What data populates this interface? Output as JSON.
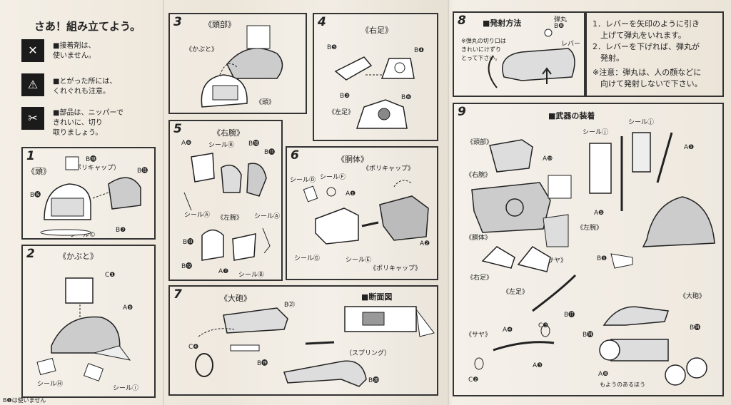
{
  "intro": {
    "title": "さあ！組み立てよう。",
    "notes": [
      {
        "line1": "■接着剤は、",
        "line2": "使いません。",
        "icon": "no-glue-icon"
      },
      {
        "line1": "■とがった所には、",
        "line2": "くれぐれも注意。",
        "icon": "sharp-edge-icon"
      },
      {
        "line1": "■部品は、ニッパーで",
        "line2": "きれいに、切り",
        "line3": "取りましょう。",
        "icon": "nipper-icon"
      }
    ],
    "footer": "B❶は使いません"
  },
  "steps": {
    "s1": {
      "num": "1",
      "title": "《頭》",
      "labels": [
        "B⓲",
        "（ポリキャップ）",
        "B⓯",
        "B⓰",
        "B❼",
        "シール©"
      ]
    },
    "s2": {
      "num": "2",
      "title": "《かぶと》",
      "labels": [
        "C❶",
        "A❾",
        "シールⒽ",
        "シールⓘ"
      ]
    },
    "s3": {
      "num": "3",
      "title": "《頭部》",
      "labels": [
        "《かぶと》",
        "《頭》"
      ]
    },
    "s4": {
      "num": "4",
      "title": "《右足》",
      "labels": [
        "B❺",
        "B❹",
        "B❸",
        "B❻",
        "《左足》"
      ]
    },
    "s5": {
      "num": "5",
      "title": "《右腕》",
      "labels": [
        "A❻",
        "シールⒷ",
        "B⓲",
        "B⓫",
        "シールⒶ",
        "《左腕》",
        "シールⒶ",
        "B⓭",
        "B⓬",
        "A❼",
        "シールⒷ"
      ]
    },
    "s6": {
      "num": "6",
      "title": "《胴体》",
      "labels": [
        "《ポリキャップ》",
        "シールⒹ",
        "シールⒻ",
        "A❶",
        "シールⒼ",
        "シールⒺ",
        "A❷",
        "《ポリキャップ》"
      ]
    },
    "s7": {
      "num": "7",
      "title": "《大砲》",
      "section": "■断面図",
      "labels": [
        "B㉑",
        "B⓴",
        "C❹",
        "B⓳",
        "（スプリング）",
        "B⓴"
      ]
    },
    "s8": {
      "num": "8",
      "title": "■発射方法",
      "note": [
        "※弾丸の切り口は",
        "きれいにけずり",
        "とって下さい。"
      ],
      "labels": [
        "弾丸",
        "B❽",
        "レバー"
      ],
      "instructions": [
        "1．レバーを矢印のように引き",
        "　上げて弾丸をいれます。",
        "2．レバーを下げれば、弾丸が",
        "　発射。",
        "※注意：弾丸は、人の顔などに",
        "　向けて発射しないで下さい。"
      ]
    },
    "s9": {
      "num": "9",
      "title": "■武器の装着",
      "labels": [
        "《頭部》",
        "A❿",
        "シールⓙ",
        "シールⓙ",
        "A❶",
        "《右腕》",
        "A❺",
        "《左腕》",
        "《胴体》",
        "《サヤ》",
        "B❶",
        "《右足》",
        "《左足》",
        "B⓱",
        "《大砲》",
        "《サヤ》",
        "A❹",
        "C❸",
        "B⓮",
        "B⓮",
        "C❷",
        "A❸",
        "A❽",
        "もようのあるほう"
      ]
    }
  }
}
